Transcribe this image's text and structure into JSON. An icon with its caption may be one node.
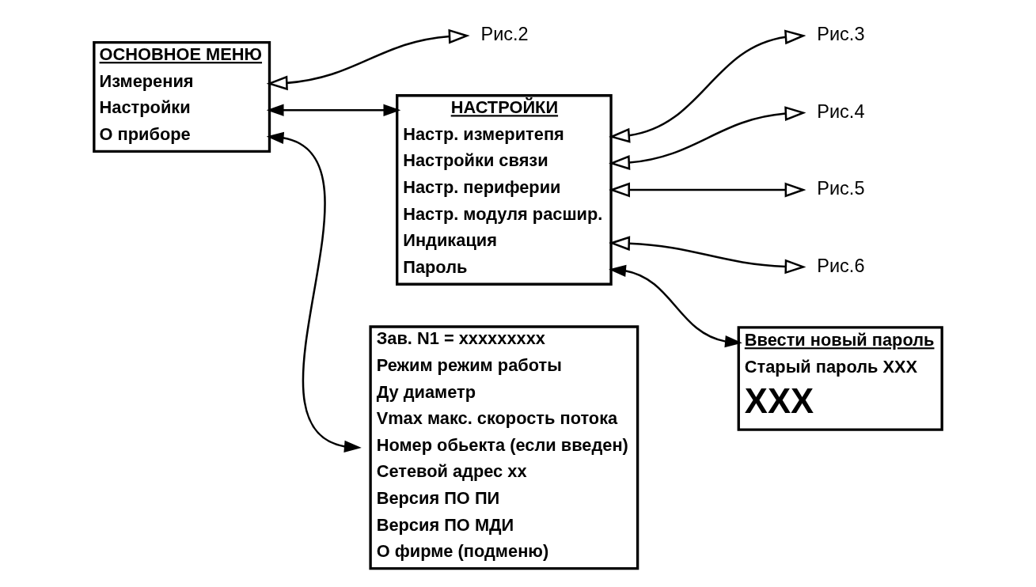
{
  "diagram": {
    "nodes": [
      {
        "text": [
          "ОСНОВНОЕ МЕНЮ",
          "Измерения",
          "Настройки",
          "О приборе"
        ]
      },
      {
        "text": [
          "Рис.2"
        ]
      },
      {
        "text": [
          "НАСТРОЙКИ",
          "Настр. измеритепя",
          "Настройки связи",
          "Настр. периферии",
          "Настр. модуля расшир.",
          "Индикация",
          "Пароль"
        ]
      },
      {
        "text": [
          "Рис.3"
        ]
      },
      {
        "text": [
          "Рис.4"
        ]
      },
      {
        "text": [
          "Рис.5"
        ]
      },
      {
        "text": [
          "Рис.6"
        ]
      },
      {
        "text": [
          "Зав. N1 = xxxxxxxxx",
          "Режим режим работы",
          "Ду диаметр",
          "Vmax макс. скорость потока",
          "Номер обьекта (если введен)",
          "Сетевой адрес xx",
          "Версия ПО ПИ",
          "Версия ПО МДИ",
          "О фирме (подменю)"
        ]
      },
      {
        "text": [
          "Ввести новый пароль",
          "Старый пароль XXX",
          "XXX"
        ]
      }
    ],
    "edges": [
      {
        "from": 0,
        "to": 1,
        "arrow": "both"
      },
      {
        "from": 0,
        "to": 2,
        "arrow": "both"
      },
      {
        "from": 0,
        "to": 7,
        "arrow": "both"
      },
      {
        "from": 2,
        "to": 3,
        "arrow": "both"
      },
      {
        "from": 2,
        "to": 4,
        "arrow": "both"
      },
      {
        "from": 2,
        "to": 5,
        "arrow": "both"
      },
      {
        "from": 2,
        "to": 6,
        "arrow": "both"
      },
      {
        "from": 2,
        "to": 8,
        "arrow": "both"
      }
    ]
  }
}
